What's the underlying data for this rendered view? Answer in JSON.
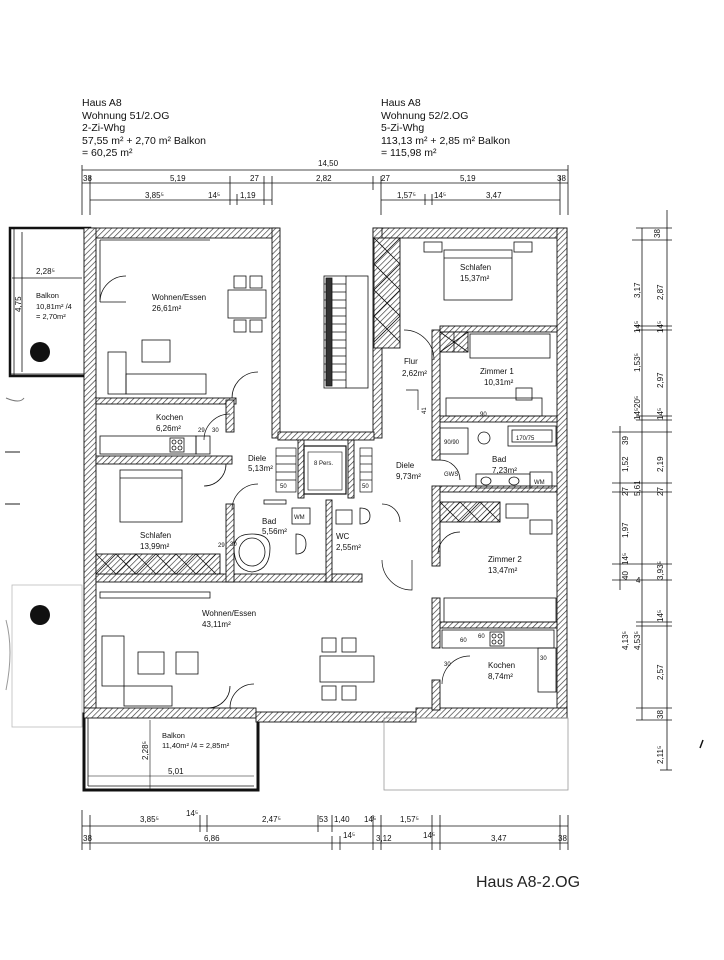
{
  "header_left": {
    "line1": "Haus A8",
    "line2": "Wohnung 51/2.OG",
    "line3": "2-Zi-Whg",
    "line4": "57,55 m² + 2,70 m² Balkon",
    "line5": "= 60,25 m²"
  },
  "header_right": {
    "line1": "Haus A8",
    "line2": "Wohnung 52/2.OG",
    "line3": "5-Zi-Whg",
    "line4": "113,13 m² + 2,85 m² Balkon",
    "line5": "= 115,98 m²"
  },
  "caption": "Haus A8-2.OG",
  "rooms": {
    "balkon_left": {
      "name": "Balkon",
      "area": "10,81m² /4",
      "area2": "= 2,70m²"
    },
    "wohnen_top": {
      "name": "Wohnen/Essen",
      "area": "26,61m²"
    },
    "kochen_left": {
      "name": "Kochen",
      "area": "6,26m²"
    },
    "diele_left": {
      "name": "Diele",
      "area": "5,13m²"
    },
    "schlafen_left": {
      "name": "Schlafen",
      "area": "13,99m²"
    },
    "bad_left": {
      "name": "Bad",
      "area": "5,56m²"
    },
    "wc": {
      "name": "WC",
      "area": "2,55m²"
    },
    "diele_right": {
      "name": "Diele",
      "area": "9,73m²"
    },
    "flur": {
      "name": "Flur",
      "area": "2,62m²"
    },
    "schlafen_right": {
      "name": "Schlafen",
      "area": "15,37m²"
    },
    "zimmer1": {
      "name": "Zimmer 1",
      "area": "10,31m²"
    },
    "bad_right": {
      "name": "Bad",
      "area": "7,23m²"
    },
    "zimmer2": {
      "name": "Zimmer 2",
      "area": "13,47m²"
    },
    "kochen_right": {
      "name": "Kochen",
      "area": "8,74m²"
    },
    "wohnen_bottom": {
      "name": "Wohnen/Essen",
      "area": "43,11m²"
    },
    "balkon_bottom": {
      "name": "Balkon",
      "area": "11,40m² /4 = 2,85m²"
    }
  },
  "elevator": "8 Pers.",
  "fixtures": {
    "tub": "170/75",
    "shower": "90/90",
    "wm1": "WM",
    "wm2": "WM",
    "gws": "GWS"
  },
  "dims_top": {
    "total": "14,50",
    "d38a": "38",
    "d519a": "5,19",
    "d27a": "27",
    "d282": "2,82",
    "d27b": "27",
    "d519b": "5,19",
    "d38b": "38",
    "d385": "3,85⁵",
    "d145a": "14⁵",
    "d119": "1,19",
    "d157": "1,57⁵",
    "d145b": "14⁵",
    "d347": "3,47"
  },
  "dims_bottom": {
    "d385": "3,85⁵",
    "d145a": "14⁵",
    "d247": "2,47⁵",
    "d53": "53",
    "d140": "1,40",
    "d145b": "14⁵",
    "d157": "1,57⁵",
    "d38a": "38",
    "d686": "6,86",
    "d145c": "14⁵",
    "d312": "3,12",
    "d145d": "14⁵",
    "d347": "3,47",
    "d38b": "38"
  },
  "dims_right_outer": {
    "d38": "38",
    "d317": "3,17",
    "d145a": "14⁵",
    "d1535": "1,53⁵",
    "d205": "20⁵",
    "d145b": "14⁵",
    "d39": "39",
    "d152": "1,52",
    "d27": "27",
    "d197": "1,97",
    "d14": "14⁵",
    "d40": "40",
    "d4135": "4,13⁵",
    "d4535": "4,53⁵",
    "d38b": "38",
    "d2115": "2,11⁵"
  },
  "dims_right_inner": {
    "d38": "38",
    "d287": "2,87",
    "d145a": "14⁵",
    "d297": "2,97",
    "d145b": "14⁵",
    "d219": "2,19",
    "d27": "27",
    "d561": "5,61",
    "d4": "4",
    "d3935": "3,93⁵",
    "d145c": "14⁵",
    "d257": "2,57",
    "d38b": "38"
  },
  "dims_left": {
    "d475": "4,75",
    "d2285": "2,28⁵"
  },
  "dims_balkon_bottom": {
    "d2285": "2,28⁵",
    "d501": "5,01"
  },
  "dims_misc": {
    "flur41": "41",
    "bath90": "90",
    "k29": "29",
    "k30a": "30",
    "s29": "29",
    "sh50a": "50",
    "sh50b": "50",
    "sh30": "30",
    "sh60": "60",
    "k60": "60",
    "k30b": "30",
    "k30c": "30"
  }
}
